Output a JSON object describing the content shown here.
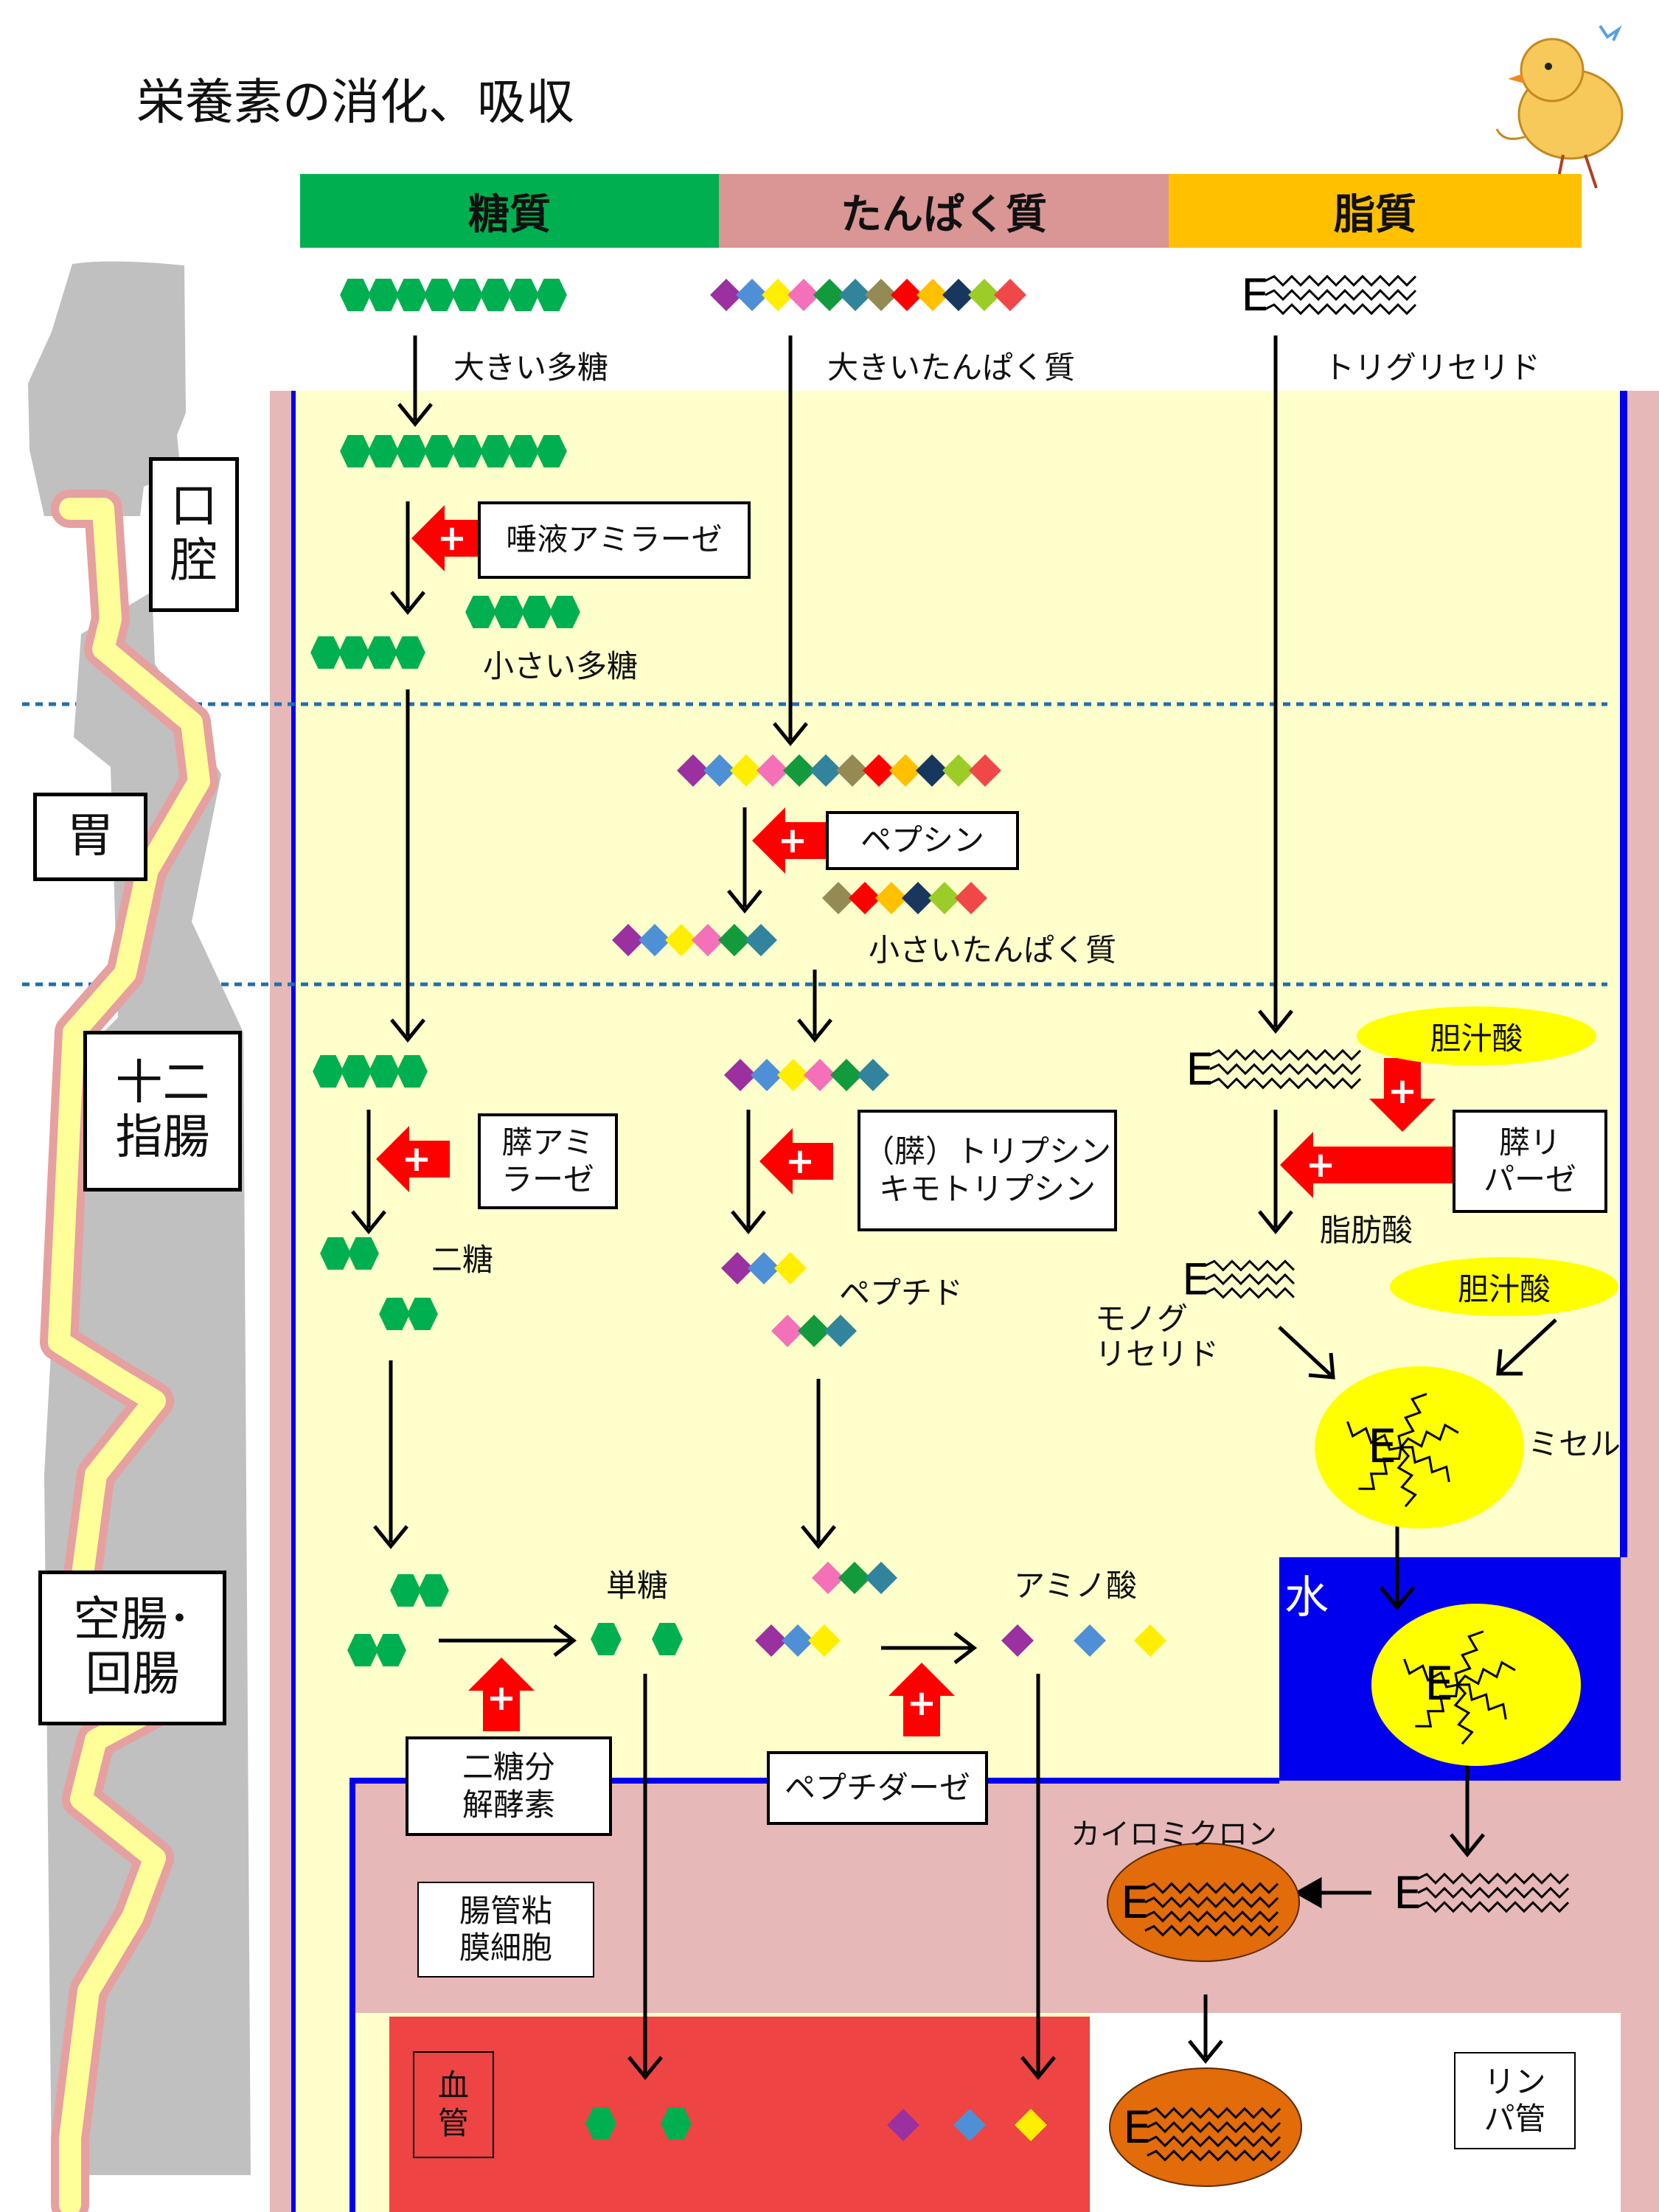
{
  "title": "栄養素の消化、吸収",
  "headers": {
    "carb": "糖質",
    "protein": "たんぱく質",
    "lipid": "脂質"
  },
  "colors": {
    "carb_header": "#00b050",
    "protein_header": "#d99694",
    "lipid_header": "#ffc000",
    "lumen": "#ffffcc",
    "mucosa": "#e6b8b7",
    "blood": "#ee4444",
    "water": "#0000ee",
    "chylomicron": "#e26b0a",
    "green_hex": "#00b050",
    "enzyme_arrow": "#ff0000"
  },
  "organs": {
    "mouth": "口\n腔",
    "stomach": "胃",
    "duodenum": "十二\n指腸",
    "jejunum_ileum": "空腸･\n回腸"
  },
  "carb": {
    "large_polysaccharide": "大きい多糖",
    "enzyme_saliva": "唾液アミラーゼ",
    "small_polysaccharide": "小さい多糖",
    "enzyme_pancreas": "膵アミ\nラーゼ",
    "disaccharide": "二糖",
    "monosaccharide": "単糖",
    "enzyme_disaccharidase": "二糖分\n解酵素"
  },
  "protein": {
    "large_protein": "大きいたんぱく質",
    "enzyme_pepsin": "ペプシン",
    "small_protein": "小さいたんぱく質",
    "enzyme_trypsin_1": "（膵）トリプシン",
    "enzyme_trypsin_2": "キモトリプシン",
    "peptide": "ペプチド",
    "amino_acid": "アミノ酸",
    "enzyme_peptidase": "ペプチダーゼ"
  },
  "lipid": {
    "triglyceride": "トリグリセリド",
    "bile_acid_1": "胆汁酸",
    "enzyme_lipase": "膵リ\nパーゼ",
    "fatty_acid": "脂肪酸",
    "monoglyceride": "モノグ\nリセリド",
    "bile_acid_2": "胆汁酸",
    "micelle": "ミセル",
    "water": "水",
    "chylomicron": "カイロミクロン",
    "e_label": "E"
  },
  "regions": {
    "mucosa_cell": "腸管粘\n膜細胞",
    "blood_vessel": "血\n管",
    "lymph_vessel": "リン\nパ管"
  },
  "plus_sign": "+"
}
